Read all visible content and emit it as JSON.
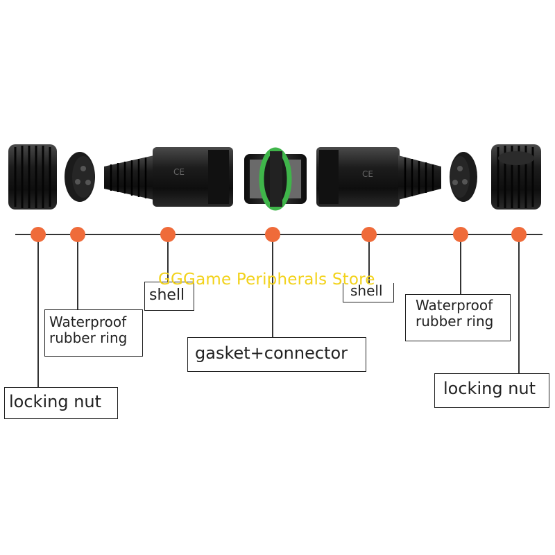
{
  "watermark": "GGGame Peripherals Store",
  "labels": {
    "shell_left": "shell",
    "rubber_left_line1": "Waterproof",
    "rubber_left_line2": "rubber ring",
    "gasket": "gasket+connector",
    "locking_left": "locking nut",
    "shell_right": "shell",
    "rubber_right_line1": "Waterproof",
    "rubber_right_line2": "rubber ring",
    "locking_right": "locking nut"
  },
  "parts": {
    "ce_mark_left": "CE",
    "ce_mark_right": "CE"
  },
  "colors": {
    "dot": "#ef6b3a",
    "line": "#333333",
    "part_dark": "#1a1a1a",
    "gasket_green": "#3fb54a"
  }
}
